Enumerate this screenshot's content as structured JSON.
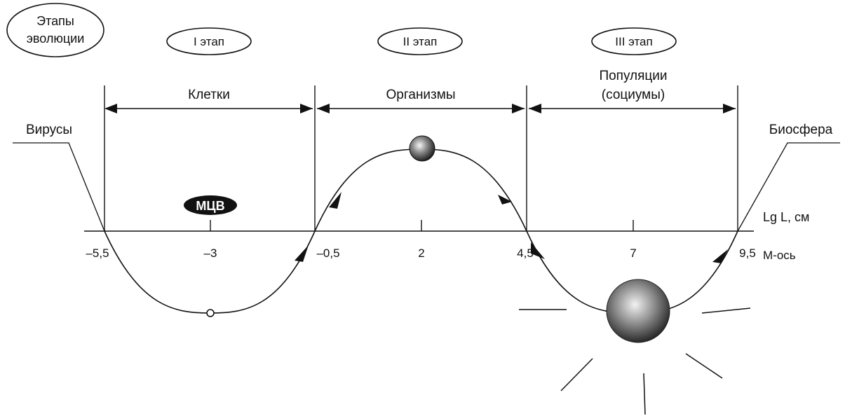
{
  "stages_header": {
    "line1": "Этапы",
    "line2": "эволюции"
  },
  "stages": [
    {
      "label": "I этап"
    },
    {
      "label": "II этап"
    },
    {
      "label": "III этап"
    }
  ],
  "ranges": [
    {
      "label": "Клетки"
    },
    {
      "label": "Организмы"
    },
    {
      "label": "Популяции",
      "label2": "(социумы)"
    }
  ],
  "endpoints": {
    "left": "Вирусы",
    "right": "Биосфера"
  },
  "marker_badge": "МЦВ",
  "axis": {
    "name": "Lg L, см",
    "secondary_name": "М-ось",
    "ticks": [
      "–5,5",
      "–3",
      "–0,5",
      "2",
      "4,5",
      "7",
      "9,5"
    ]
  },
  "colors": {
    "line": "#111111",
    "badge": "#111111",
    "badge_text": "#ffffff"
  }
}
